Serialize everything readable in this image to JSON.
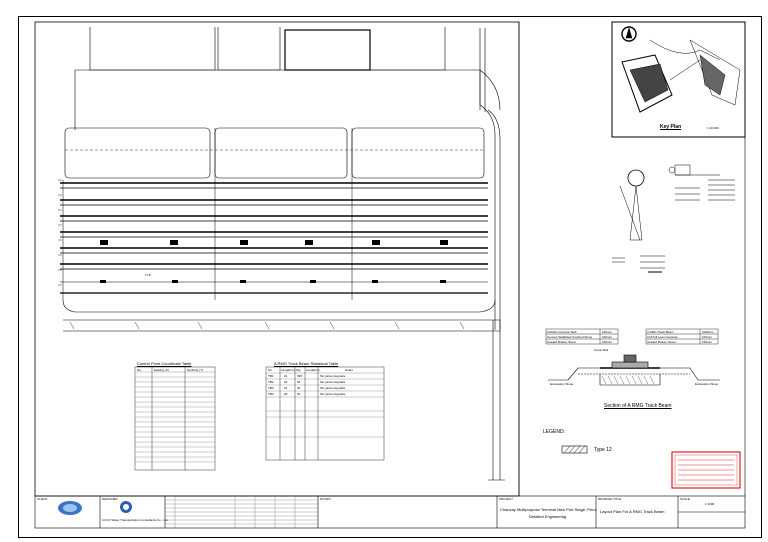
{
  "plan": {
    "row_label": "TYP.",
    "coord_table_title": "Control Point Coordinate Table",
    "beam_table_title": "A RMG Track Beam Statistical Table",
    "coord_headers": [
      "No.",
      "Easting (X)",
      "Northing (Y)"
    ],
    "beam_headers": [
      "No.",
      "Length(m)",
      "Qty",
      "Length(m)",
      "Notes"
    ],
    "beam_rows": [
      {
        "no": "TB1",
        "len": "21",
        "qty": "308",
        "notes": "Sin junta integrada"
      },
      {
        "no": "TB2",
        "len": "20",
        "qty": "52",
        "notes": "Sin junta integrada"
      },
      {
        "no": "TB3",
        "len": "22",
        "qty": "30",
        "notes": "Sin junta integrada"
      },
      {
        "no": "TB4",
        "len": "20",
        "qty": "20",
        "notes": "Sin junta integrada"
      }
    ]
  },
  "key_plan": {
    "title": "Key Plan",
    "scale": "1:10,000"
  },
  "section": {
    "left_table": [
      [
        "C30/40 Concrete Slab",
        "100mm"
      ],
      [
        "Cement Stabilized Crushed Stone",
        "100mm"
      ],
      [
        "Graded Broken Stone",
        "150mm"
      ]
    ],
    "right_table": [
      [
        "A RMG Track Beam",
        "1000mm"
      ],
      [
        "C15 Fill Lean Concrete",
        "100mm"
      ],
      [
        "Graded Broken Stone",
        "150mm"
      ]
    ],
    "rail_label": "Crane Rail",
    "left_slope": "Excavation Slope",
    "right_slope": "Excavation Slope",
    "title": "Section of A RMG Track Beam"
  },
  "legend": {
    "title": "LEGEND:",
    "item": "Type 12"
  },
  "title_block": {
    "client_label": "CLIENT",
    "designer_label": "DESIGNED",
    "designer_name": "CCCC Water Transportation Consultants Co., Ltd.",
    "project_label": "PROJECT",
    "project": "Chancay Multipurpose Terminal New Port Stage, Peru",
    "stage": "Detailed Engineering",
    "drawing_label": "DRAWING TITLE",
    "drawing_title": "Layout Plan For A RMG Track Beam",
    "notes_label": "NOTES:",
    "scale_label": "SCALE",
    "scale": "1:1000"
  }
}
